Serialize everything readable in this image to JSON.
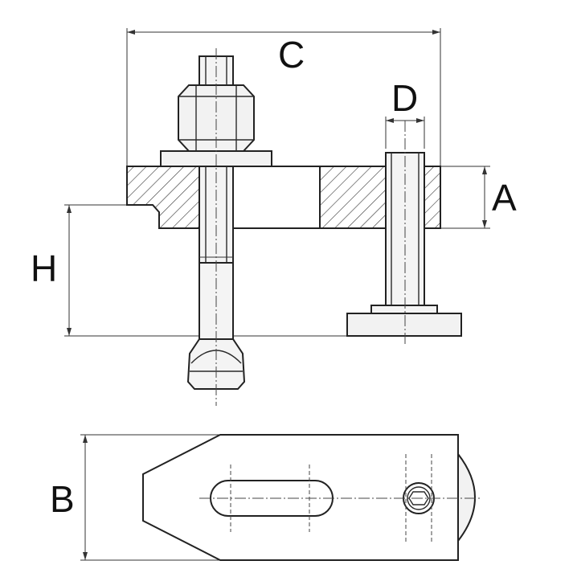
{
  "labels": {
    "C": "C",
    "D": "D",
    "A": "A",
    "H": "H",
    "B": "B"
  }
}
